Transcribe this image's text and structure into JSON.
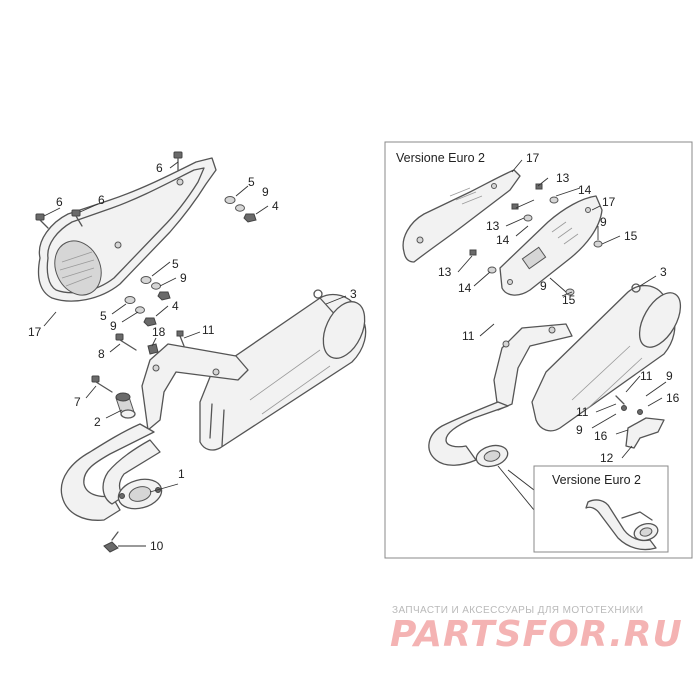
{
  "diagram": {
    "callouts_main": [
      "1",
      "2",
      "3",
      "4",
      "5",
      "6",
      "7",
      "8",
      "9",
      "10",
      "11",
      "17",
      "18"
    ],
    "euro2_box": {
      "title": "Versione Euro 2",
      "callouts": [
        "3",
        "9",
        "11",
        "12",
        "13",
        "14",
        "15",
        "16",
        "17"
      ]
    },
    "euro2_inset": {
      "title": "Versione Euro 2"
    }
  },
  "watermark": {
    "tagline": "ЗАПЧАСТИ И АКСЕССУАРЫ ДЛЯ МОТОТЕХНИКИ",
    "logo_text": "PARTSFOR.RU"
  }
}
